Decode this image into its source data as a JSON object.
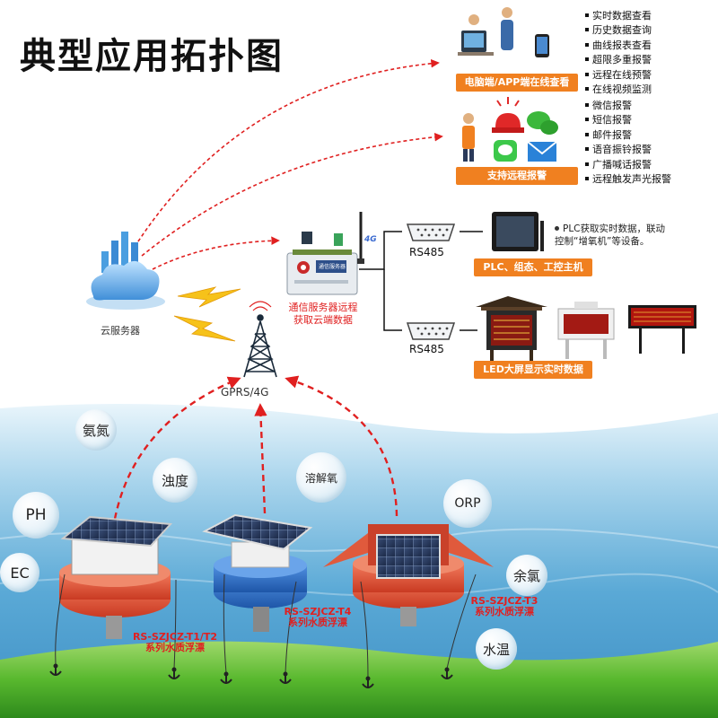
{
  "title": "典型应用拓扑图",
  "monitoring": {
    "features": [
      "实时数据查看",
      "历史数据查询",
      "曲线报表查看",
      "超限多重报警",
      "远程在线预警",
      "在线视频监测"
    ],
    "label": "电脑端/APP端在线查看"
  },
  "alarm": {
    "features": [
      "微信报警",
      "短信报警",
      "邮件报警",
      "语音振铃报警",
      "广播喊话报警",
      "远程触发声光报警"
    ],
    "label": "支持远程报警"
  },
  "cloud": {
    "label": "云服务器"
  },
  "tower": {
    "label": "GPRS/4G"
  },
  "gateway": {
    "label": "通信服务器远程\n获取云端数据",
    "screen_text": "通信服务器",
    "tag_4g": "4G"
  },
  "rs485_top": "RS485",
  "rs485_bottom": "RS485",
  "plc": {
    "label": "PLC、组态、工控主机",
    "note": "PLC获取实时数据，联动\n控制“增氧机”等设备。"
  },
  "led": {
    "label": "LED大屏显示实时数据"
  },
  "params": [
    "氨氮",
    "浊度",
    "溶解氧",
    "PH",
    "ORP",
    "EC",
    "余氯",
    "水温"
  ],
  "buoys": [
    {
      "label": "RS-SZJCZ-T1/T2\n系列水质浮漂"
    },
    {
      "label": "RS-SZJCZ-T4\n系列水质浮漂"
    },
    {
      "label": "RS-SZJCZ-T3\n系列水质浮漂"
    }
  ],
  "colors": {
    "accent": "#f08020",
    "link": "#e02020",
    "water": "#5aa9d6",
    "grass": "#58b82e",
    "cloud": "#4a9ee0"
  }
}
